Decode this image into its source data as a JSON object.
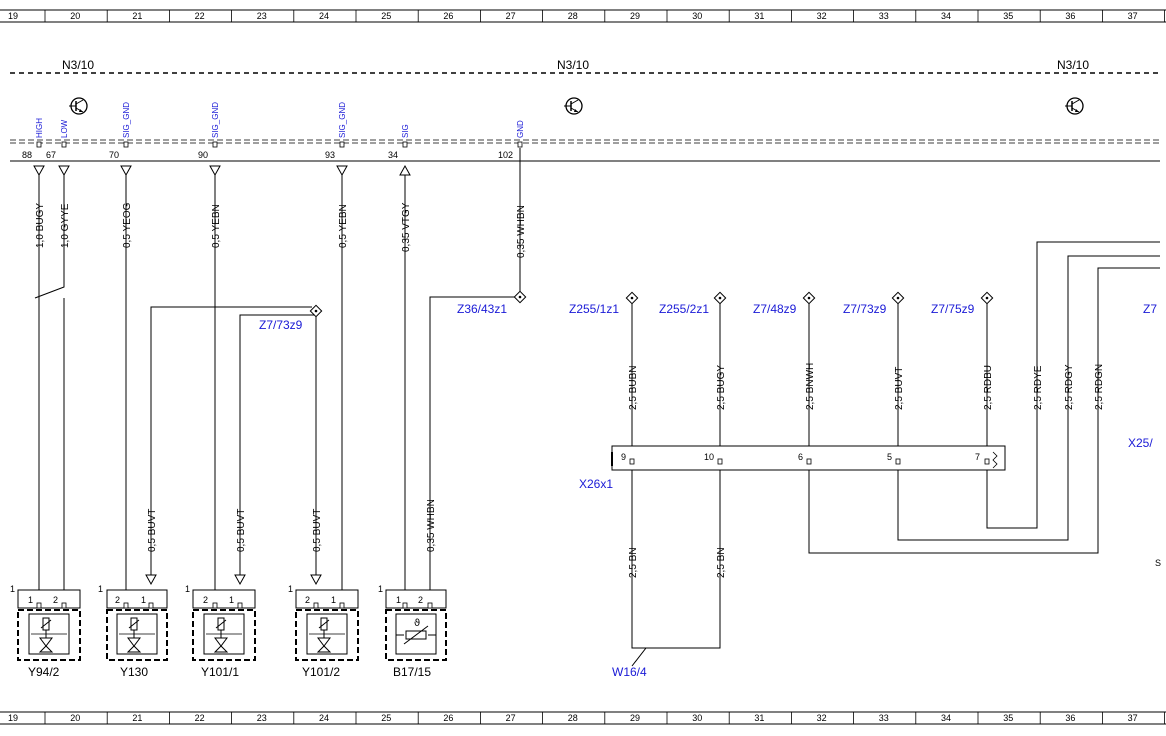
{
  "ruler": {
    "numbers": [
      "19",
      "20",
      "21",
      "22",
      "23",
      "24",
      "25",
      "26",
      "27",
      "28",
      "29",
      "30",
      "31",
      "32",
      "33",
      "34",
      "35",
      "36",
      "37"
    ]
  },
  "module": {
    "labels": [
      "N3/10",
      "N3/10",
      "N3/10"
    ],
    "pin_signals": [
      "HIGH",
      "LOW",
      "SIG_GND",
      "SIG_GND",
      "SIG_GND",
      "SIG",
      "GND"
    ],
    "pin_numbers": [
      "88",
      "67",
      "70",
      "90",
      "93",
      "34",
      "102"
    ]
  },
  "wires_top": [
    "1,0 BUGY",
    "1,0 GYYE",
    "0,5 YEOG",
    "0,5 YEBN",
    "0,5 YEBN",
    "0,35 VTGY",
    "0,35 WHBN"
  ],
  "splices": [
    "Z7/73z9",
    "Z36/43z1",
    "Z255/1z1",
    "Z255/2z1",
    "Z7/48z9",
    "Z7/73z9",
    "Z7/75z9",
    "Z7"
  ],
  "wires_mid": [
    "2,5 BUBN",
    "2,5 BUGY",
    "2,5 BNWH",
    "2,5 BUVT",
    "2,5 RDBU",
    "2,5 RDYE",
    "2,5 RDGY",
    "2,5 RDGN"
  ],
  "connector": {
    "name": "X26x1",
    "other": "X25/",
    "pins": [
      "9",
      "10",
      "6",
      "5",
      "7"
    ],
    "side_mark": "S"
  },
  "wires_low": [
    "0,5 BUVT",
    "0,5 BUVT",
    "0,5 BUVT",
    "0,35 WHBN",
    "2,5 BN",
    "2,5 BN"
  ],
  "ground": "W16/4",
  "components": [
    {
      "name": "Y94/2",
      "connector_num": "1",
      "pins": [
        "1",
        "2"
      ]
    },
    {
      "name": "Y130",
      "connector_num": "1",
      "pins": [
        "2",
        "1"
      ]
    },
    {
      "name": "Y101/1",
      "connector_num": "1",
      "pins": [
        "2",
        "1"
      ]
    },
    {
      "name": "Y101/2",
      "connector_num": "1",
      "pins": [
        "2",
        "1"
      ]
    },
    {
      "name": "B17/15",
      "connector_num": "1",
      "pins": [
        "1",
        "2"
      ]
    }
  ]
}
